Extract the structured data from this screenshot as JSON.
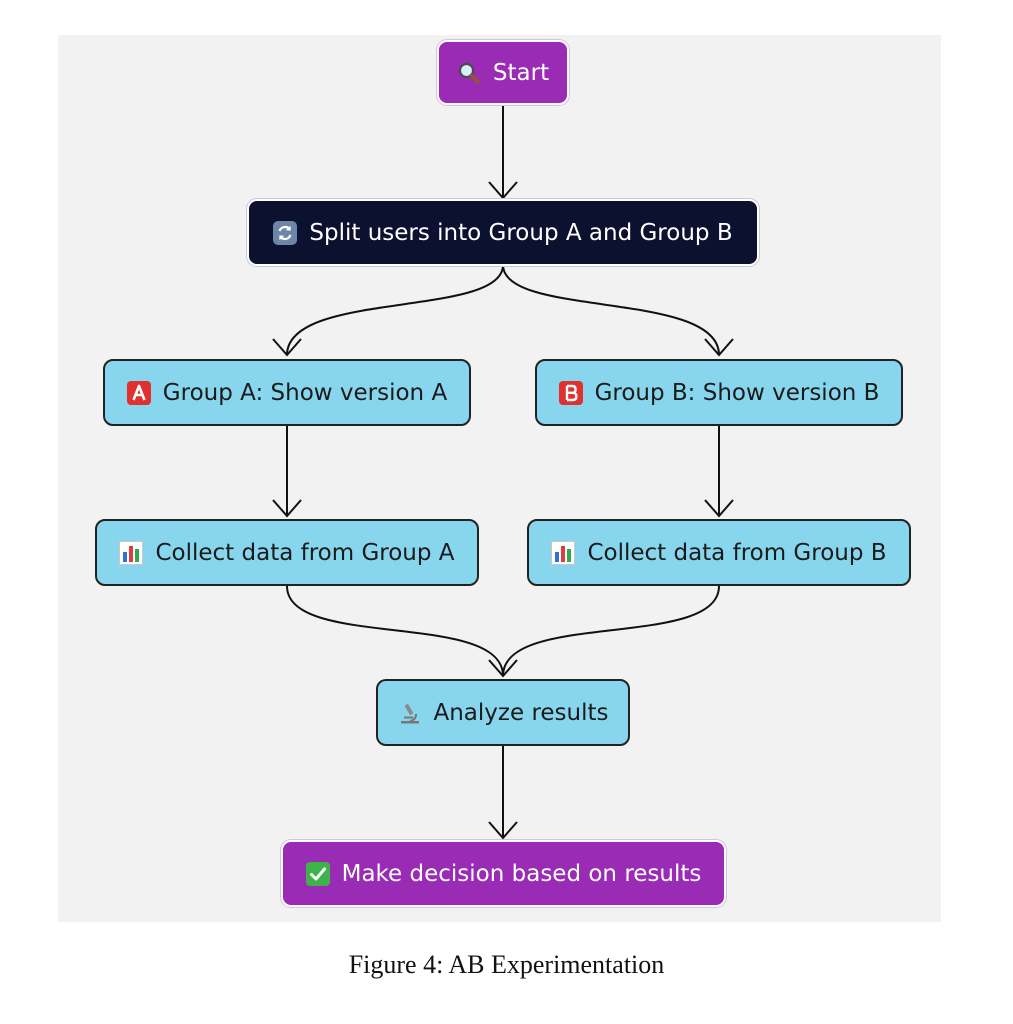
{
  "diagram": {
    "nodes": {
      "start": {
        "label": "Start",
        "icon": "magnifier-icon"
      },
      "split": {
        "label": "Split users into Group A and Group B",
        "icon": "refresh-icon"
      },
      "group_a": {
        "label": "Group A: Show version A",
        "icon": "letter-a-icon"
      },
      "group_b": {
        "label": "Group B: Show version B",
        "icon": "letter-b-icon"
      },
      "collect_a": {
        "label": "Collect data from Group A",
        "icon": "bar-chart-icon"
      },
      "collect_b": {
        "label": "Collect data from Group B",
        "icon": "bar-chart-icon"
      },
      "analyze": {
        "label": "Analyze results",
        "icon": "microscope-icon"
      },
      "decision": {
        "label": "Make decision based on results",
        "icon": "checkmark-icon"
      }
    },
    "edges": [
      {
        "from": "start",
        "to": "split"
      },
      {
        "from": "split",
        "to": "group_a"
      },
      {
        "from": "split",
        "to": "group_b"
      },
      {
        "from": "group_a",
        "to": "collect_a"
      },
      {
        "from": "group_b",
        "to": "collect_b"
      },
      {
        "from": "collect_a",
        "to": "analyze"
      },
      {
        "from": "collect_b",
        "to": "analyze"
      },
      {
        "from": "analyze",
        "to": "decision"
      }
    ],
    "colors": {
      "terminal": "#9a2bb5",
      "split": "#0d1130",
      "step": "#87d6ee",
      "background": "#f2f2f2"
    }
  },
  "caption": "Figure 4: AB Experimentation"
}
